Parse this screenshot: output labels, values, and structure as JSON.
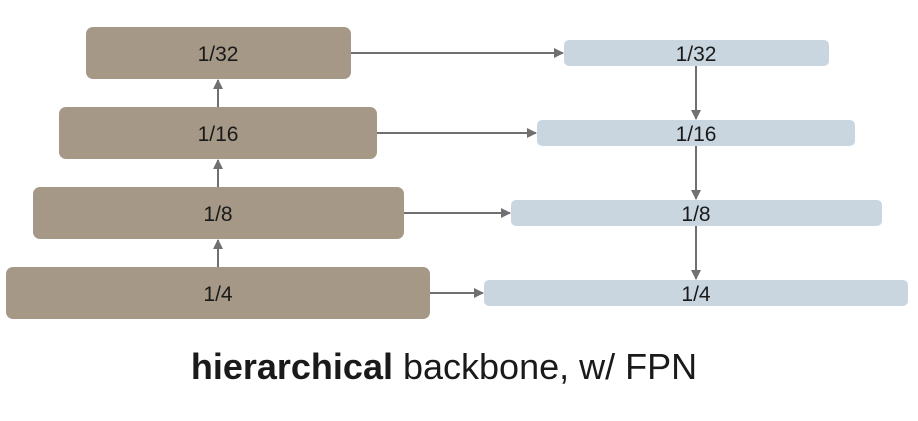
{
  "backbone": {
    "color": "#a59886",
    "levels": [
      {
        "label": "1/32"
      },
      {
        "label": "1/16"
      },
      {
        "label": "1/8"
      },
      {
        "label": "1/4"
      }
    ]
  },
  "fpn": {
    "color": "#c9d6df",
    "levels": [
      {
        "label": "1/32"
      },
      {
        "label": "1/16"
      },
      {
        "label": "1/8"
      },
      {
        "label": "1/4"
      }
    ]
  },
  "arrow_color": "#707070",
  "caption": {
    "bold": "hierarchical",
    "rest": " backbone, w/ FPN"
  }
}
